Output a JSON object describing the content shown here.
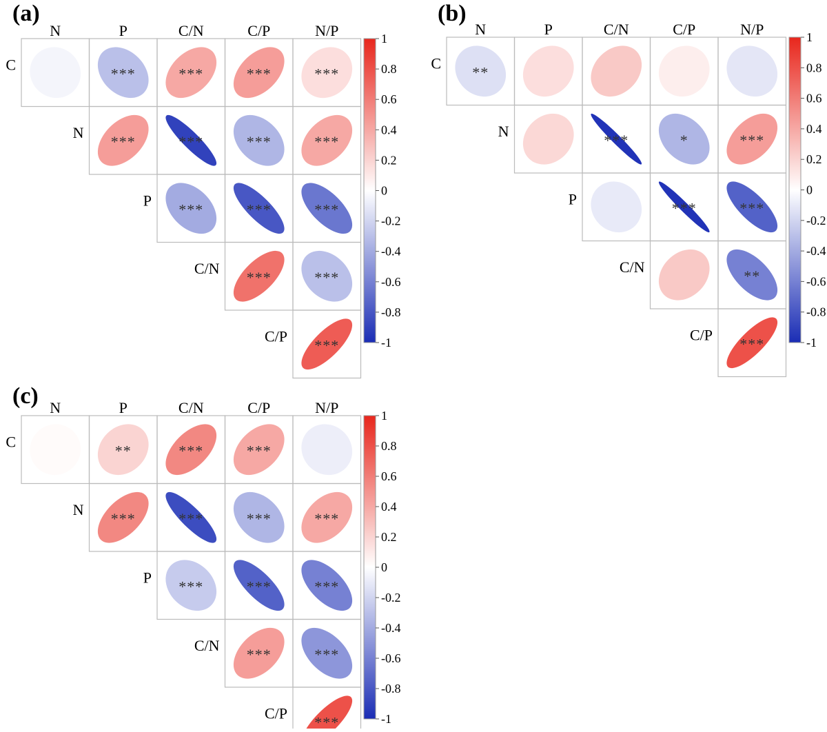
{
  "chart_data": [
    {
      "panel_label": "(a)",
      "type": "heatmap",
      "style": "correlation-ellipse-upper-triangle",
      "col_labels": [
        "N",
        "P",
        "C/N",
        "C/P",
        "N/P"
      ],
      "row_labels": [
        "C",
        "N",
        "P",
        "C/N",
        "C/P"
      ],
      "cells": [
        {
          "row": "C",
          "col": "N",
          "r": -0.05,
          "sig": ""
        },
        {
          "row": "C",
          "col": "P",
          "r": -0.3,
          "sig": "***"
        },
        {
          "row": "C",
          "col": "C/N",
          "r": 0.4,
          "sig": "***"
        },
        {
          "row": "C",
          "col": "C/P",
          "r": 0.45,
          "sig": "***"
        },
        {
          "row": "C",
          "col": "N/P",
          "r": 0.15,
          "sig": "***"
        },
        {
          "row": "N",
          "col": "P",
          "r": 0.45,
          "sig": "***"
        },
        {
          "row": "N",
          "col": "C/N",
          "r": -0.9,
          "sig": "***"
        },
        {
          "row": "N",
          "col": "C/P",
          "r": -0.35,
          "sig": "***"
        },
        {
          "row": "N",
          "col": "N/P",
          "r": 0.4,
          "sig": "***"
        },
        {
          "row": "P",
          "col": "C/N",
          "r": -0.4,
          "sig": "***"
        },
        {
          "row": "P",
          "col": "C/P",
          "r": -0.8,
          "sig": "***"
        },
        {
          "row": "P",
          "col": "N/P",
          "r": -0.65,
          "sig": "***"
        },
        {
          "row": "C/N",
          "col": "C/P",
          "r": 0.65,
          "sig": "***"
        },
        {
          "row": "C/N",
          "col": "N/P",
          "r": -0.3,
          "sig": "***"
        },
        {
          "row": "C/P",
          "col": "N/P",
          "r": 0.75,
          "sig": "***"
        }
      ],
      "colorbar": {
        "range": [
          -1,
          1
        ],
        "ticks": [
          "1",
          "0.8",
          "0.6",
          "0.4",
          "0.2",
          "0",
          "-0.2",
          "-0.4",
          "-0.6",
          "-0.8",
          "-1"
        ]
      },
      "colors": {
        "negative": "#1a2db5",
        "zero": "#ffffff",
        "positive": "#e8261c",
        "grid": "#bbbbbb",
        "text": "#000000"
      }
    },
    {
      "panel_label": "(b)",
      "type": "heatmap",
      "style": "correlation-ellipse-upper-triangle",
      "col_labels": [
        "N",
        "P",
        "C/N",
        "C/P",
        "N/P"
      ],
      "row_labels": [
        "C",
        "N",
        "P",
        "C/N",
        "C/P"
      ],
      "cells": [
        {
          "row": "C",
          "col": "N",
          "r": -0.15,
          "sig": "**"
        },
        {
          "row": "C",
          "col": "P",
          "r": 0.15,
          "sig": ""
        },
        {
          "row": "C",
          "col": "C/N",
          "r": 0.25,
          "sig": ""
        },
        {
          "row": "C",
          "col": "C/P",
          "r": 0.08,
          "sig": ""
        },
        {
          "row": "C",
          "col": "N/P",
          "r": -0.12,
          "sig": ""
        },
        {
          "row": "N",
          "col": "P",
          "r": 0.18,
          "sig": ""
        },
        {
          "row": "N",
          "col": "C/N",
          "r": -0.97,
          "sig": "***"
        },
        {
          "row": "N",
          "col": "C/P",
          "r": -0.35,
          "sig": "*"
        },
        {
          "row": "N",
          "col": "N/P",
          "r": 0.45,
          "sig": "***"
        },
        {
          "row": "P",
          "col": "C/N",
          "r": -0.1,
          "sig": ""
        },
        {
          "row": "P",
          "col": "C/P",
          "r": -0.97,
          "sig": "***"
        },
        {
          "row": "P",
          "col": "N/P",
          "r": -0.75,
          "sig": "***"
        },
        {
          "row": "C/N",
          "col": "C/P",
          "r": 0.25,
          "sig": ""
        },
        {
          "row": "C/N",
          "col": "N/P",
          "r": -0.6,
          "sig": "**"
        },
        {
          "row": "C/P",
          "col": "N/P",
          "r": 0.8,
          "sig": "***"
        }
      ],
      "colorbar": {
        "range": [
          -1,
          1
        ],
        "ticks": [
          "1",
          "0.8",
          "0.6",
          "0.4",
          "0.2",
          "0",
          "-0.2",
          "-0.4",
          "-0.6",
          "-0.8",
          "-1"
        ]
      },
      "colors": {
        "negative": "#1a2db5",
        "zero": "#ffffff",
        "positive": "#e8261c",
        "grid": "#bbbbbb",
        "text": "#000000"
      }
    },
    {
      "panel_label": "(c)",
      "type": "heatmap",
      "style": "correlation-ellipse-upper-triangle",
      "col_labels": [
        "N",
        "P",
        "C/N",
        "C/P",
        "N/P"
      ],
      "row_labels": [
        "C",
        "N",
        "P",
        "C/N",
        "C/P"
      ],
      "cells": [
        {
          "row": "C",
          "col": "N",
          "r": 0.02,
          "sig": ""
        },
        {
          "row": "C",
          "col": "P",
          "r": 0.2,
          "sig": "**"
        },
        {
          "row": "C",
          "col": "C/N",
          "r": 0.55,
          "sig": "***"
        },
        {
          "row": "C",
          "col": "C/P",
          "r": 0.4,
          "sig": "***"
        },
        {
          "row": "C",
          "col": "N/P",
          "r": -0.08,
          "sig": ""
        },
        {
          "row": "N",
          "col": "P",
          "r": 0.55,
          "sig": "***"
        },
        {
          "row": "N",
          "col": "C/N",
          "r": -0.85,
          "sig": "***"
        },
        {
          "row": "N",
          "col": "C/P",
          "r": -0.35,
          "sig": "***"
        },
        {
          "row": "N",
          "col": "N/P",
          "r": 0.4,
          "sig": "***"
        },
        {
          "row": "P",
          "col": "C/N",
          "r": -0.25,
          "sig": "***"
        },
        {
          "row": "P",
          "col": "C/P",
          "r": -0.75,
          "sig": "***"
        },
        {
          "row": "P",
          "col": "N/P",
          "r": -0.6,
          "sig": "***"
        },
        {
          "row": "C/N",
          "col": "C/P",
          "r": 0.45,
          "sig": "***"
        },
        {
          "row": "C/N",
          "col": "N/P",
          "r": -0.5,
          "sig": "***"
        },
        {
          "row": "C/P",
          "col": "N/P",
          "r": 0.8,
          "sig": "***"
        }
      ],
      "colorbar": {
        "range": [
          -1,
          1
        ],
        "ticks": [
          "1",
          "0.8",
          "0.6",
          "0.4",
          "0.2",
          "0",
          "-0.2",
          "-0.4",
          "-0.6",
          "-0.8",
          "-1"
        ]
      },
      "colors": {
        "negative": "#1a2db5",
        "zero": "#ffffff",
        "positive": "#e8261c",
        "grid": "#bbbbbb",
        "text": "#000000"
      }
    }
  ]
}
